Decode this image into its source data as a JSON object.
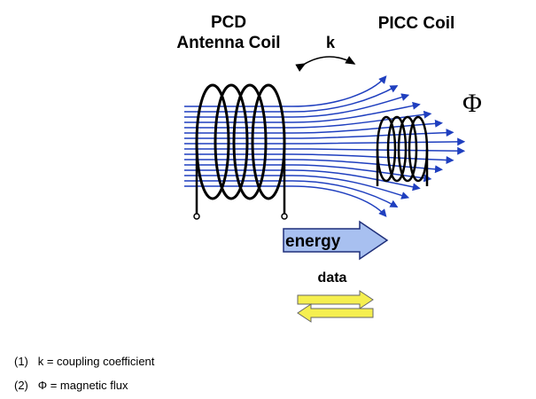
{
  "labels": {
    "pcd_line1": "PCD",
    "pcd_line2": "Antenna Coil",
    "picc": "PICC Coil",
    "k": "k",
    "phi": "Φ",
    "energy": "energy",
    "data": "data"
  },
  "notes": [
    {
      "num": "(1)",
      "text": "k = coupling coefficient"
    },
    {
      "num": "(2)",
      "text": "Φ = magnetic flux"
    }
  ],
  "colors": {
    "flux_lines": "#1f3fbf",
    "coil": "#000000",
    "energy_arrow_fill": "#a8c0f0",
    "data_arrow_fill": "#f5ef50"
  }
}
